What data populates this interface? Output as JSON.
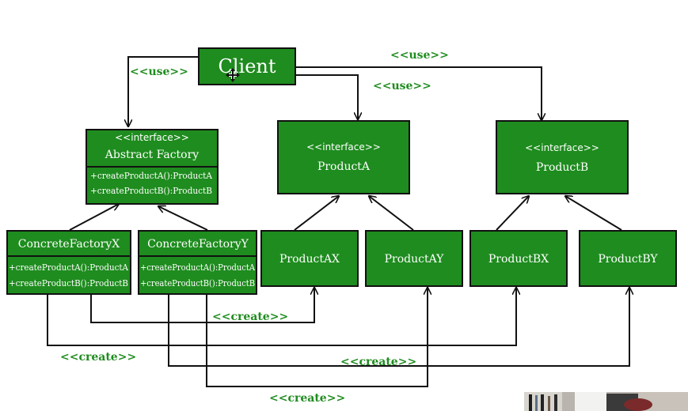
{
  "client": {
    "label": "Client"
  },
  "abstract_factory": {
    "stereotype": "<<interface>>",
    "name": "Abstract Factory",
    "methods": [
      "+createProductA():ProductA",
      "+createProductB():ProductB"
    ]
  },
  "product_a": {
    "stereotype": "<<interface>>",
    "name": "ProductA"
  },
  "product_b": {
    "stereotype": "<<interface>>",
    "name": "ProductB"
  },
  "concrete_factory_x": {
    "name": "ConcreteFactoryX",
    "methods": [
      "+createProductA():ProductA",
      "+createProductB():ProductB"
    ]
  },
  "concrete_factory_y": {
    "name": "ConcreteFactoryY",
    "methods": [
      "+createProductA():ProductA",
      "+createProductB():ProductB"
    ]
  },
  "product_ax": {
    "name": "ProductAX"
  },
  "product_ay": {
    "name": "ProductAY"
  },
  "product_bx": {
    "name": "ProductBX"
  },
  "product_by": {
    "name": "ProductBY"
  },
  "labels": {
    "use": "<<use>>",
    "create": "<<create>>"
  },
  "colors": {
    "box_fill": "#1e8c1e",
    "box_text": "#ffffff",
    "label_text": "#1e8c1e",
    "line": "#111111"
  }
}
